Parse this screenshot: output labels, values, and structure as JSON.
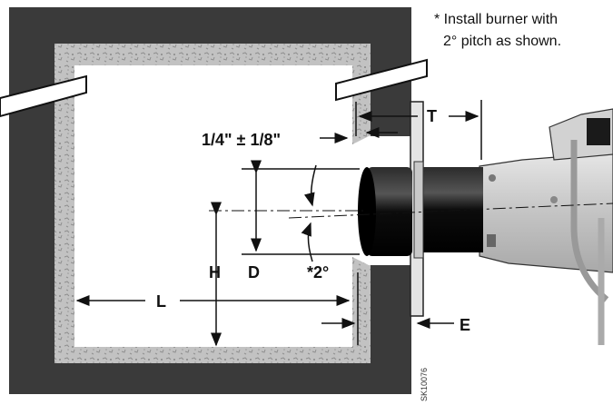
{
  "note": {
    "line1": "* Install burner with",
    "line2": "2° pitch as shown."
  },
  "labels": {
    "gap": "1/4\" ± 1/8\"",
    "T": "T",
    "D": "D",
    "H": "H",
    "L": "L",
    "E": "E",
    "pitch": "*2°"
  },
  "drawing_code": "SK10076",
  "colors": {
    "outer_wall": "#3a3a3a",
    "refractory": "#bdbdbd",
    "chamber": "#ffffff",
    "burner_tube": "#111111",
    "housing": "#cfcfcf"
  }
}
